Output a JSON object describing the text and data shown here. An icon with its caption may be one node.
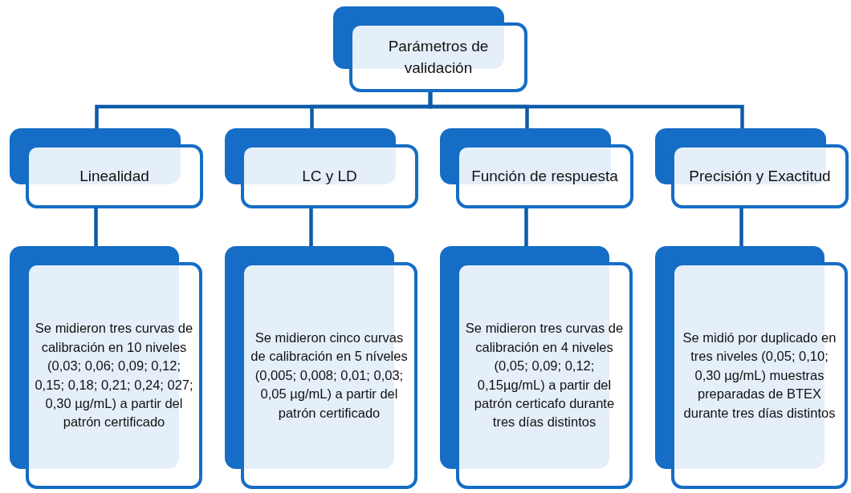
{
  "diagram": {
    "nodes": [
      {
        "text": [
          "Parámetros de validación"
        ]
      },
      {
        "text": [
          "Linealidad"
        ]
      },
      {
        "text": [
          "LC y LD"
        ]
      },
      {
        "text": [
          "Función de respuesta"
        ]
      },
      {
        "text": [
          "Precisión y Exactitud"
        ]
      },
      {
        "text": [
          "Se midieron tres curvas de calibración en 10 niveles (0,03; 0,06; 0,09; 0,12; 0,15; 0,18; 0,21; 0,24; 027; 0,30 µg/mL) a partir del patrón certificado"
        ]
      },
      {
        "text": [
          "Se midieron cinco curvas de calibración en 5 níveles (0,005; 0,008; 0,01; 0,03; 0,05 µg/mL) a partir del patrón certificado"
        ]
      },
      {
        "text": [
          "Se midieron tres curvas de calibración en 4 niveles (0,05; 0,09; 0,12; 0,15µg/mL) a partir del patrón certicafo durante tres días distintos"
        ]
      },
      {
        "text": [
          "Se midió por duplicado en tres niveles (0,05; 0,10; 0,30 µg/mL) muestras preparadas de BTEX durante tres días distintos"
        ]
      }
    ],
    "edges": [
      {
        "from": 0,
        "to": 1,
        "arrow": "none"
      },
      {
        "from": 0,
        "to": 2,
        "arrow": "none"
      },
      {
        "from": 0,
        "to": 3,
        "arrow": "none"
      },
      {
        "from": 0,
        "to": 4,
        "arrow": "none"
      },
      {
        "from": 1,
        "to": 5,
        "arrow": "none"
      },
      {
        "from": 2,
        "to": 6,
        "arrow": "none"
      },
      {
        "from": 3,
        "to": 7,
        "arrow": "none"
      },
      {
        "from": 4,
        "to": 8,
        "arrow": "none"
      }
    ]
  }
}
